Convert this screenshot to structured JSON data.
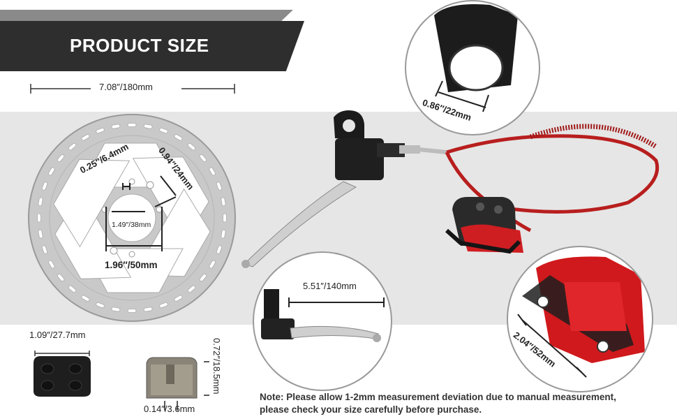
{
  "header": {
    "title": "PRODUCT SIZE"
  },
  "rotor": {
    "diameter": "7.08″/180mm",
    "hole_small": "0.25″/6.4mm",
    "hole_large": "0.94″/24mm",
    "inner_a": "1.49″/38mm",
    "inner_b": "1.96″/50mm"
  },
  "pad": {
    "width": "1.09″/27.7mm",
    "height": "0.72″/18.5mm",
    "thickness": "0.14″/3.6mm"
  },
  "clamp": {
    "diameter": "0.86″/22mm"
  },
  "lever": {
    "length": "5.51″/140mm"
  },
  "caliper": {
    "mount": "2.04″/52mm"
  },
  "note": {
    "line1": "Note: Please allow 1-2mm measurement deviation due to manual measurement,",
    "line2": "please check your size carefully before purchase."
  },
  "colors": {
    "banner": "#2e2e2e",
    "band": "#e6e6e6",
    "cable": "#b81e1e",
    "caliper": "#d0191c"
  }
}
